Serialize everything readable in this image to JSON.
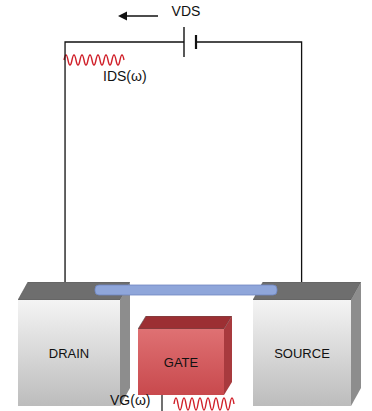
{
  "diagram": {
    "nodes": [
      {
        "text": [
          "DRAIN"
        ]
      },
      {
        "text": [
          "GATE"
        ]
      },
      {
        "text": [
          "SOURCE"
        ]
      }
    ],
    "edges": [
      {
        "from": 0,
        "to": 2,
        "arrow": "none"
      }
    ],
    "labels": [
      "VDS",
      "IDS(ω)",
      "VG(ω)"
    ]
  }
}
